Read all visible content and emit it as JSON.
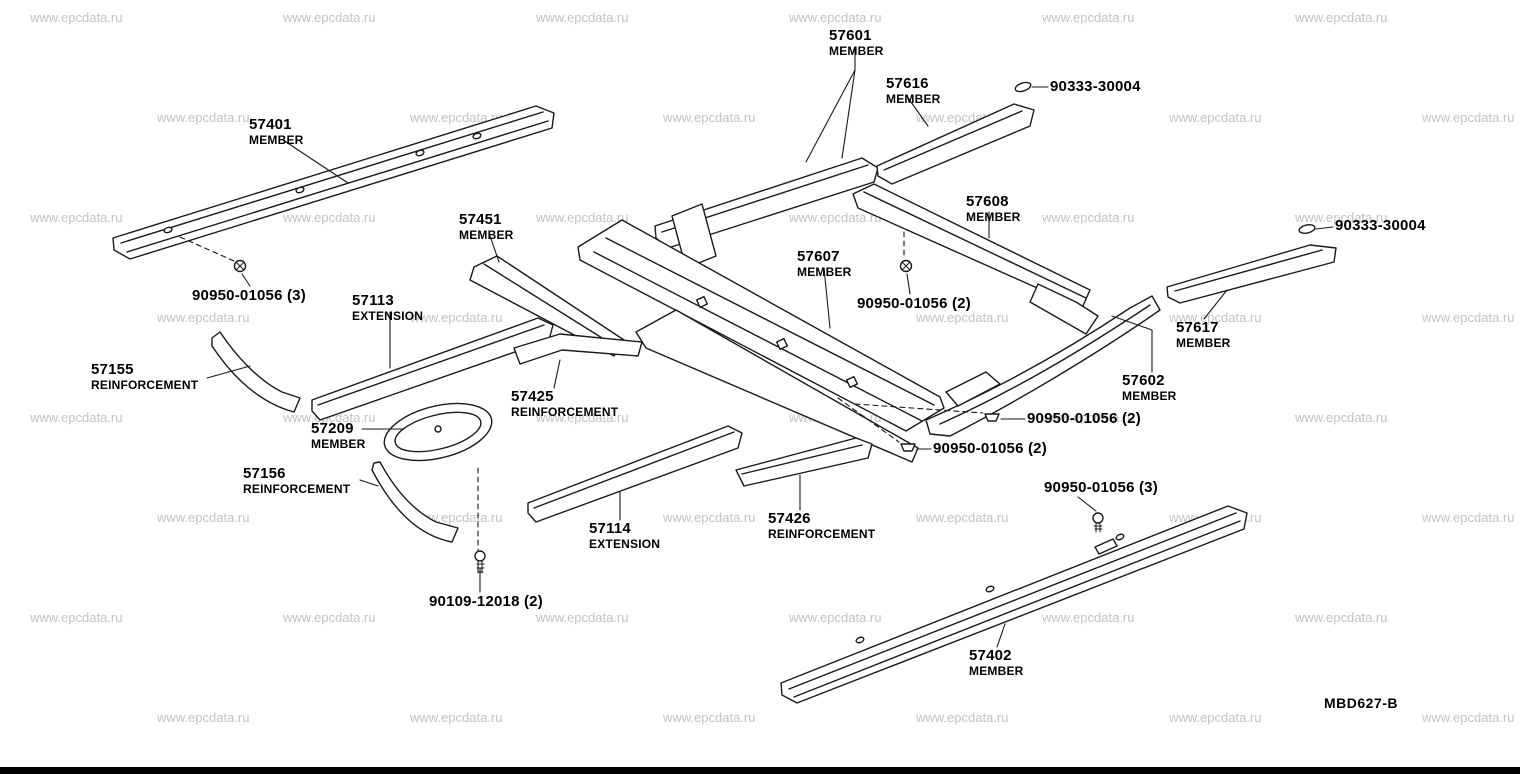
{
  "watermark": {
    "text": "www.epcdata.ru"
  },
  "diagram": {
    "code": "MBD627-B"
  },
  "labels": {
    "p57601": {
      "part": "57601",
      "desc": "MEMBER"
    },
    "p57616": {
      "part": "57616",
      "desc": "MEMBER"
    },
    "f90333a": {
      "part": "90333-30004"
    },
    "p57401": {
      "part": "57401",
      "desc": "MEMBER"
    },
    "p57451": {
      "part": "57451",
      "desc": "MEMBER"
    },
    "p57608": {
      "part": "57608",
      "desc": "MEMBER"
    },
    "f90333b": {
      "part": "90333-30004"
    },
    "p57607": {
      "part": "57607",
      "desc": "MEMBER"
    },
    "f90950a": {
      "part": "90950-01056 (3)"
    },
    "p57113": {
      "part": "57113",
      "desc": "EXTENSION"
    },
    "f90950b": {
      "part": "90950-01056 (2)"
    },
    "p57617": {
      "part": "57617",
      "desc": "MEMBER"
    },
    "p57155": {
      "part": "57155",
      "desc": "REINFORCEMENT"
    },
    "p57602": {
      "part": "57602",
      "desc": "MEMBER"
    },
    "p57425": {
      "part": "57425",
      "desc": "REINFORCEMENT"
    },
    "p57209": {
      "part": "57209",
      "desc": "MEMBER"
    },
    "f90950c": {
      "part": "90950-01056 (2)"
    },
    "f90950d": {
      "part": "90950-01056 (2)"
    },
    "p57156": {
      "part": "57156",
      "desc": "REINFORCEMENT"
    },
    "f90950e": {
      "part": "90950-01056 (3)"
    },
    "p57114": {
      "part": "57114",
      "desc": "EXTENSION"
    },
    "p57426": {
      "part": "57426",
      "desc": "REINFORCEMENT"
    },
    "f90109": {
      "part": "90109-12018 (2)"
    },
    "p57402": {
      "part": "57402",
      "desc": "MEMBER"
    }
  }
}
